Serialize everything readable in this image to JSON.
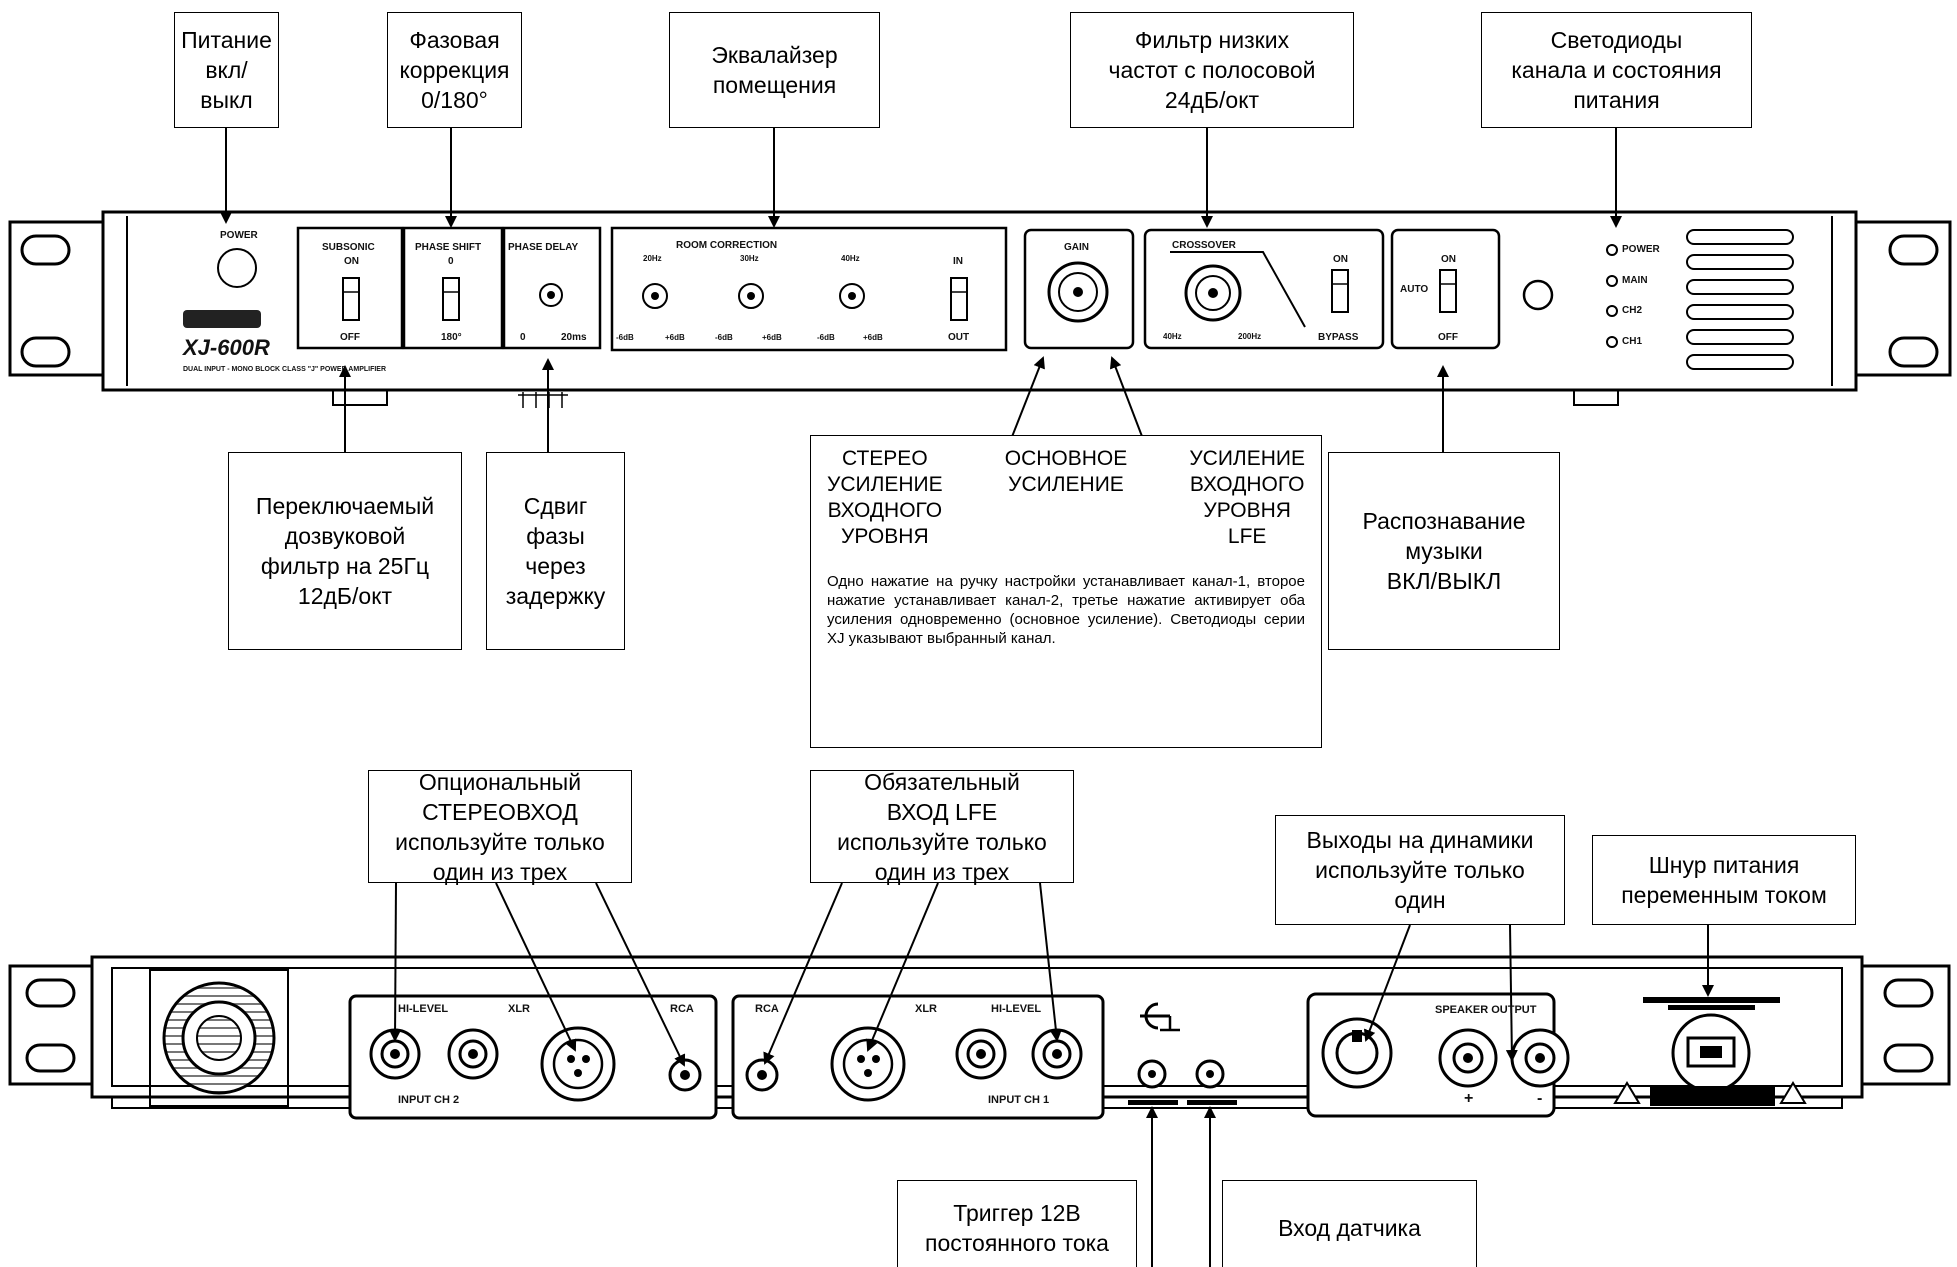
{
  "callouts": {
    "power": "Питание\nвкл/\nвыкл",
    "phase_correction": "Фазовая\nкоррекция\n0/180°",
    "room_eq": "Эквалайзер\nпомещения",
    "lowpass": "Фильтр низких\nчастот с полосовой\n24дБ/окт",
    "leds": "Светодиоды\nканала и состояния\nпитания",
    "subsonic": "Переключаемый\nдозвуковой\nфильтр на 25Гц\n12дБ/окт",
    "phase_delay": "Сдвиг\nфазы\nчерез\nзадержку",
    "gain": {
      "stereo": "СТЕРЕО\nУСИЛЕНИЕ\nВХОДНОГО\nУРОВНЯ",
      "main": "ОСНОВНОЕ\nУСИЛЕНИЕ",
      "lfe": "УСИЛЕНИЕ\nВХОДНОГО\nУРОВНЯ\nLFE",
      "note": "Одно нажатие на ручку настройки устанавливает канал-1, второе нажатие устанавливает канал-2, третье нажатие активирует оба усиления одновременно (основное усиление). Светодиоды серии XJ указывают выбранный канал."
    },
    "music_sense": "Распознавание\nмузыки\nВКЛ/ВЫКЛ",
    "stereo_input": "Опциональный\nСТЕРЕОВХОД\nиспользуйте только\nодин из трех",
    "lfe_input": "Обязательный\nВХОД LFE\nиспользуйте только\nодин из трех",
    "speaker_outputs": "Выходы на динамики\nиспользуйте только\nодин",
    "ac_cord": "Шнур питания\nпеременным током",
    "trigger": "Триггер 12В\nпостоянного тока",
    "sensor": "Вход датчика"
  },
  "front_panel": {
    "power": "POWER",
    "brand": "XJ-600R",
    "tagline": "DUAL INPUT - MONO BLOCK CLASS \"J\" POWER AMPLIFIER",
    "subsonic": "SUBSONIC",
    "on": "ON",
    "off": "OFF",
    "phase_shift": "PHASE SHIFT",
    "deg0": "0",
    "deg180": "180°",
    "phase_delay": "PHASE DELAY",
    "delay_min": "0",
    "delay_max": "20ms",
    "room_correction": "ROOM  CORRECTION",
    "hz20": "20Hz",
    "hz30": "30Hz",
    "hz40": "40Hz",
    "minus6": "-6dB",
    "plus6": "+6dB",
    "in": "IN",
    "out": "OUT",
    "gain": "GAIN",
    "crossover": "CROSSOVER",
    "hz40b": "40Hz",
    "hz200": "200Hz",
    "bypass": "BYPASS",
    "auto": "AUTO",
    "led_power": "POWER",
    "led_main": "MAIN",
    "led_ch2": "CH2",
    "led_ch1": "CH1"
  },
  "rear_panel": {
    "hi_level": "HI-LEVEL",
    "xlr": "XLR",
    "rca": "RCA",
    "input_ch2": "INPUT CH 2",
    "input_ch1": "INPUT CH 1",
    "speaker_output": "SPEAKER OUTPUT",
    "plus": "+",
    "minus": "-"
  }
}
